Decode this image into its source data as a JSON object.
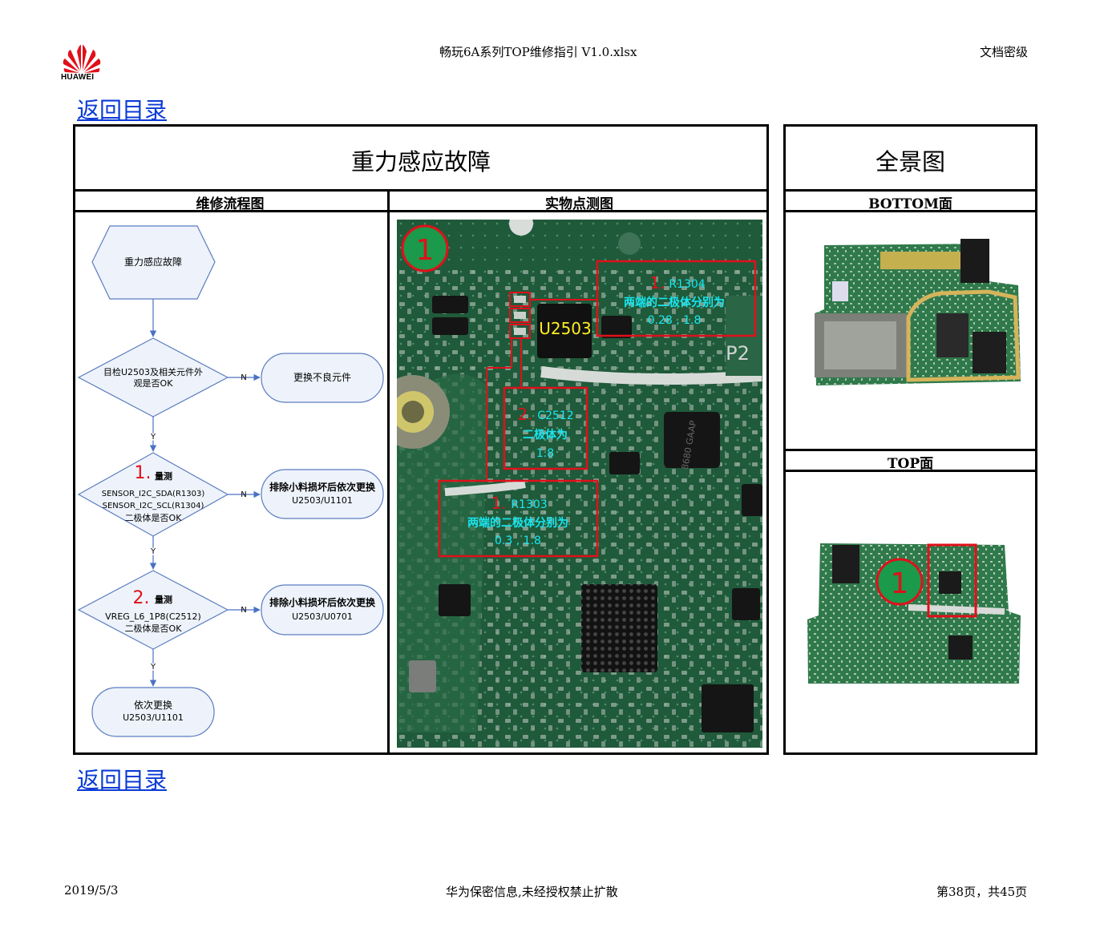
{
  "header": {
    "brand": "HUAWEI",
    "file_title": "畅玩6A系列TOP维修指引 V1.0.xlsx",
    "classification": "文档密级"
  },
  "links": {
    "back_top": "返回目录",
    "back_bottom": "返回目录"
  },
  "table": {
    "title": "重力感应故障",
    "panorama_title": "全景图",
    "col_flow": "维修流程图",
    "col_photo": "实物点测图",
    "bottom_label": "BOTTOM面",
    "top_label": "TOP面"
  },
  "flow": {
    "start": "重力感应故障",
    "check1_line1": "目检U2503及相关元件外",
    "check1_line2": "观是否OK",
    "action1": "更换不良元件",
    "step1_num": "1.",
    "step1_title": "量测",
    "step1_line1": "SENSOR_I2C_SDA(R1303)",
    "step1_line2": "SENSOR_I2C_SCL(R1304)",
    "step1_line3": "二极体是否OK",
    "action2_line1": "排除小料损坏后依次更换",
    "action2_line2": "U2503/U1101",
    "step2_num": "2.",
    "step2_title": "量测",
    "step2_line1": "VREG_L6_1P8(C2512)",
    "step2_line2": "二极体是否OK",
    "action3_line1": "排除小料损坏后依次更换",
    "action3_line2": "U2503/U0701",
    "end_line1": "依次更换",
    "end_line2": "U2503/U1101",
    "yes": "Y",
    "no": "N"
  },
  "photo": {
    "marker": "1",
    "chip_label": "U2503",
    "board_text": "P2",
    "chip_right_mark": "8680 GAAP",
    "callout1_num": "1.",
    "callout1_ref": "R1304",
    "callout1_line1": "两端的二极体分别为",
    "callout1_line2": "0.28 , 1.8",
    "callout2_num": "2.",
    "callout2_ref": "C2512",
    "callout2_line1": "二极体为",
    "callout2_line2": "1.8",
    "callout3_num": "1.",
    "callout3_ref": "R1303",
    "callout3_line1": "两端的二极体分别为",
    "callout3_line2": "0.3 , 1.8"
  },
  "panorama": {
    "top_marker": "1"
  },
  "footer": {
    "date": "2019/5/3",
    "notice": "华为保密信息,未经授权禁止扩散",
    "page": "第38页，共45页"
  },
  "colors": {
    "link": "#0b3bd6",
    "annotation_red": "#e0101a",
    "annotation_cyan": "#18e6f0",
    "chip_label_yellow": "#ffee22",
    "pcb_green": "#1f5a3a",
    "flow_fill": "#eef3fb",
    "flow_stroke": "#5b7cc0",
    "marker_green": "#1a9a4a"
  }
}
